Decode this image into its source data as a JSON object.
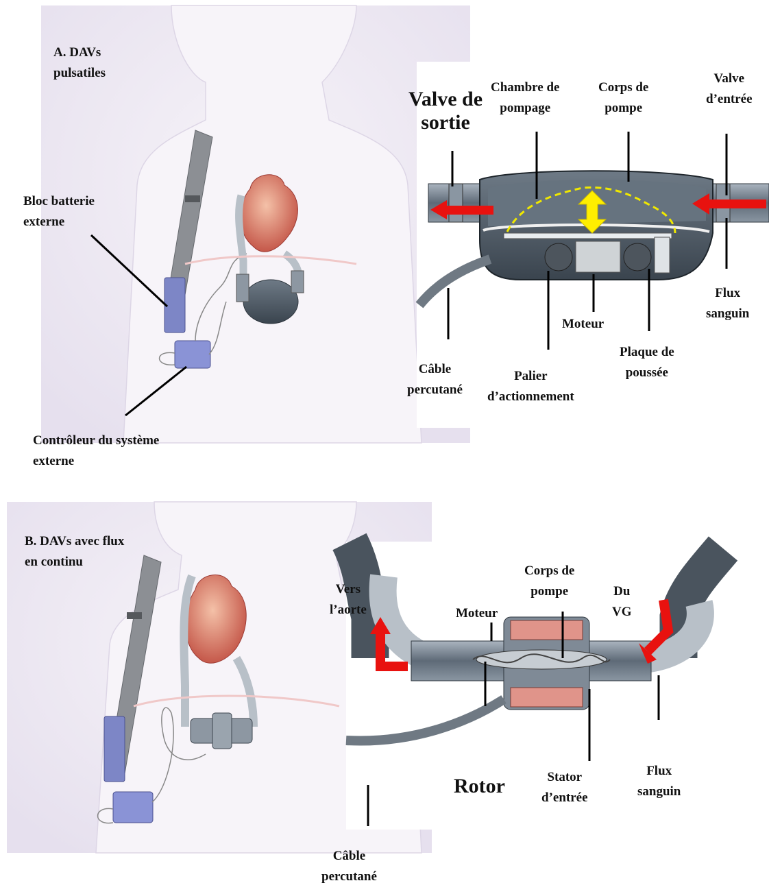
{
  "panel_a": {
    "title_line1": "A. DAVs",
    "title_line2": "pulsatiles",
    "battery_line1": "Bloc batterie",
    "battery_line2": "externe",
    "controller_line1": "Contrôleur du système",
    "controller_line2": "externe",
    "outlet_valve_line1": "Valve de",
    "outlet_valve_line2": "sortie",
    "pump_chamber_line1": "Chambre de",
    "pump_chamber_line2": "pompage",
    "pump_body_line1": "Corps de",
    "pump_body_line2": "pompe",
    "inlet_valve_line1": "Valve",
    "inlet_valve_line2": "d’entrée",
    "blood_flow_line1": "Flux",
    "blood_flow_line2": "sanguin",
    "motor": "Moteur",
    "push_plate_line1": "Plaque de",
    "push_plate_line2": "poussée",
    "actuator_line1": "Palier",
    "actuator_line2": "d’actionnement",
    "cable_line1": "Câble",
    "cable_line2": "percutané"
  },
  "panel_b": {
    "title_line1": "B. DAVs avec flux",
    "title_line2": "en continu",
    "pump_body_line1": "Corps de",
    "pump_body_line2": "pompe",
    "to_aorta_line1": "Vers",
    "to_aorta_line2": "l’aorte",
    "from_lv_line1": "Du",
    "from_lv_line2": "VG",
    "motor": "Moteur",
    "rotor": "Rotor",
    "stator_line1": "Stator",
    "stator_line2": "d’entrée",
    "blood_flow_line1": "Flux",
    "blood_flow_line2": "sanguin",
    "cable_line1": "Câble",
    "cable_line2": "percutané"
  },
  "colors": {
    "skin": "#eeeaf3",
    "flow_arrow": "#e8120f",
    "motion_arrow": "#ffee00",
    "pump_metal": "#7f8a96",
    "magnet": "#e0948a"
  }
}
